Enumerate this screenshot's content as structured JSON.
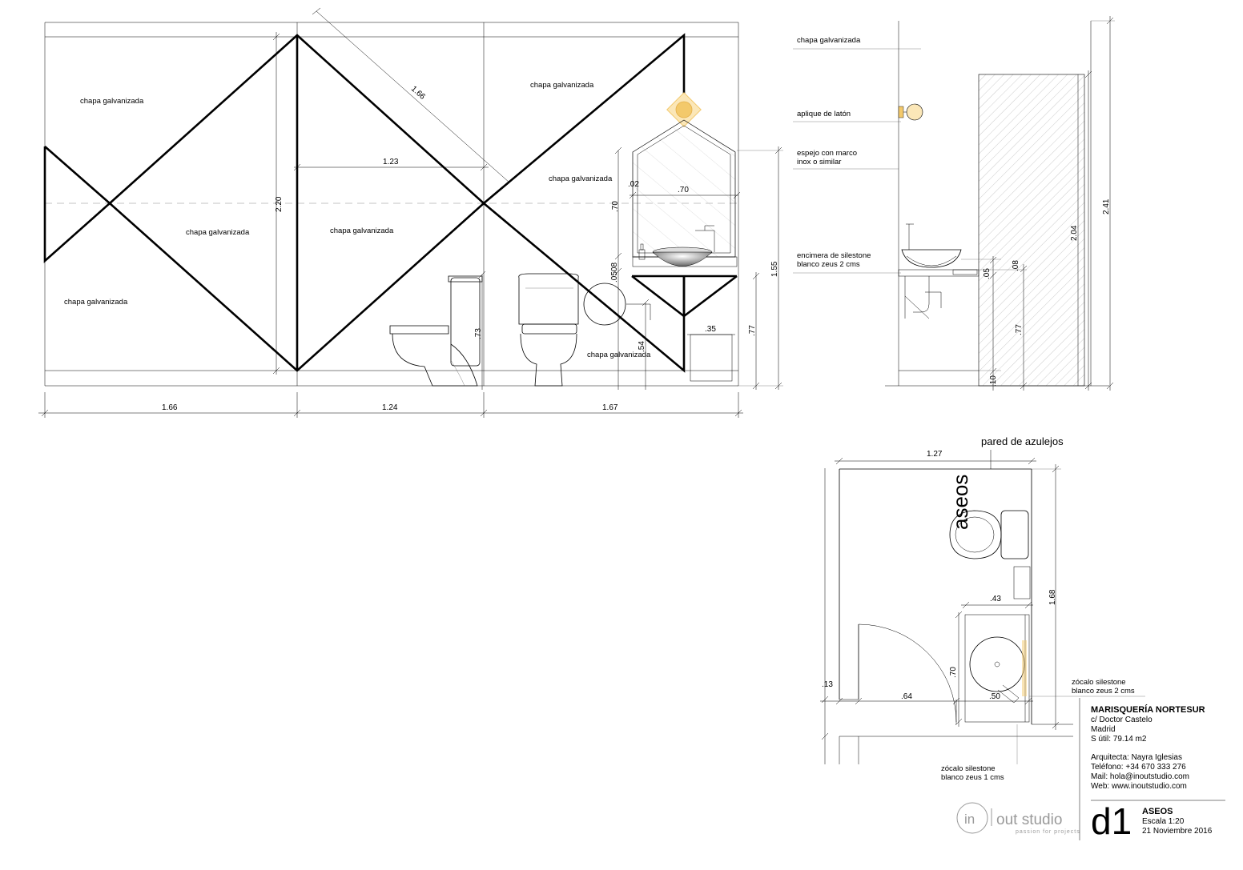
{
  "elevation": {
    "labels": {
      "chapa_1": "chapa galvanizada",
      "chapa_2": "chapa galvanizada",
      "chapa_3": "chapa galvanizada",
      "chapa_4": "chapa galvanizada",
      "chapa_5": "chapa galvanizada",
      "chapa_6": "chapa galvanizada",
      "chapa_7": "chapa galvanizada"
    },
    "dims": {
      "diag": "1.66",
      "mid_width": "1.23",
      "height": "2.20",
      "bottom_1": "1.66",
      "bottom_2": "1.24",
      "bottom_3": "1.67",
      "mirror_top": ".02",
      "mirror_w": ".70",
      "mirror_h": ".70",
      "counter": ".0508",
      "toilet_h": ".73",
      "hook_h": ".54",
      "bin_w": ".35",
      "vanity_h": ".77",
      "total_h": "1.55"
    }
  },
  "section": {
    "labels": {
      "chapa": "chapa galvanizada",
      "aplique": "aplique de latón",
      "espejo_1": "espejo con marco",
      "espejo_2": "inox o similar",
      "encimera_1": "encimera de silestone",
      "encimera_2": "blanco zeus 2 cms"
    },
    "dims": {
      "total": "2.41",
      "door": "2.04",
      "d08": ".08",
      "d05": ".05",
      "d77": ".77",
      "d10": ".10"
    }
  },
  "plan": {
    "pared": "pared de azulejos",
    "room": "aseos",
    "dims": {
      "width": "1.27",
      "depth": "1.68",
      "d43": ".43",
      "d70": ".70",
      "d13": ".13",
      "d64": ".64",
      "d50": ".50"
    },
    "zocalo2_1": "zócalo silestone",
    "zocalo2_2": "blanco zeus 2 cms",
    "zocalo1_1": "zócalo silestone",
    "zocalo1_2": "blanco zeus 1 cms"
  },
  "title_block": {
    "project": "MARISQUERÍA NORTESUR",
    "address": "c/ Doctor Castelo",
    "city": "Madrid",
    "area": "S útil: 79.14 m2",
    "architect": "Arquitecta: Nayra Iglesias",
    "phone": "Teléfono: +34 670 333 276",
    "mail": "Mail: hola@inoutstudio.com",
    "web": "Web: www.inoutstudio.com",
    "sheet": "d1",
    "sheet_title": "ASEOS",
    "scale": "Escala 1:20",
    "date": "21 Noviembre 2016"
  },
  "logo": {
    "in": "in",
    "name": "out studio",
    "tagline": "passion for projects"
  },
  "colors": {
    "lamp": "#f3c96b",
    "lamp_light": "#fbe7b8",
    "hatch": "#999999",
    "logo_gray": "#9a9a9a"
  }
}
